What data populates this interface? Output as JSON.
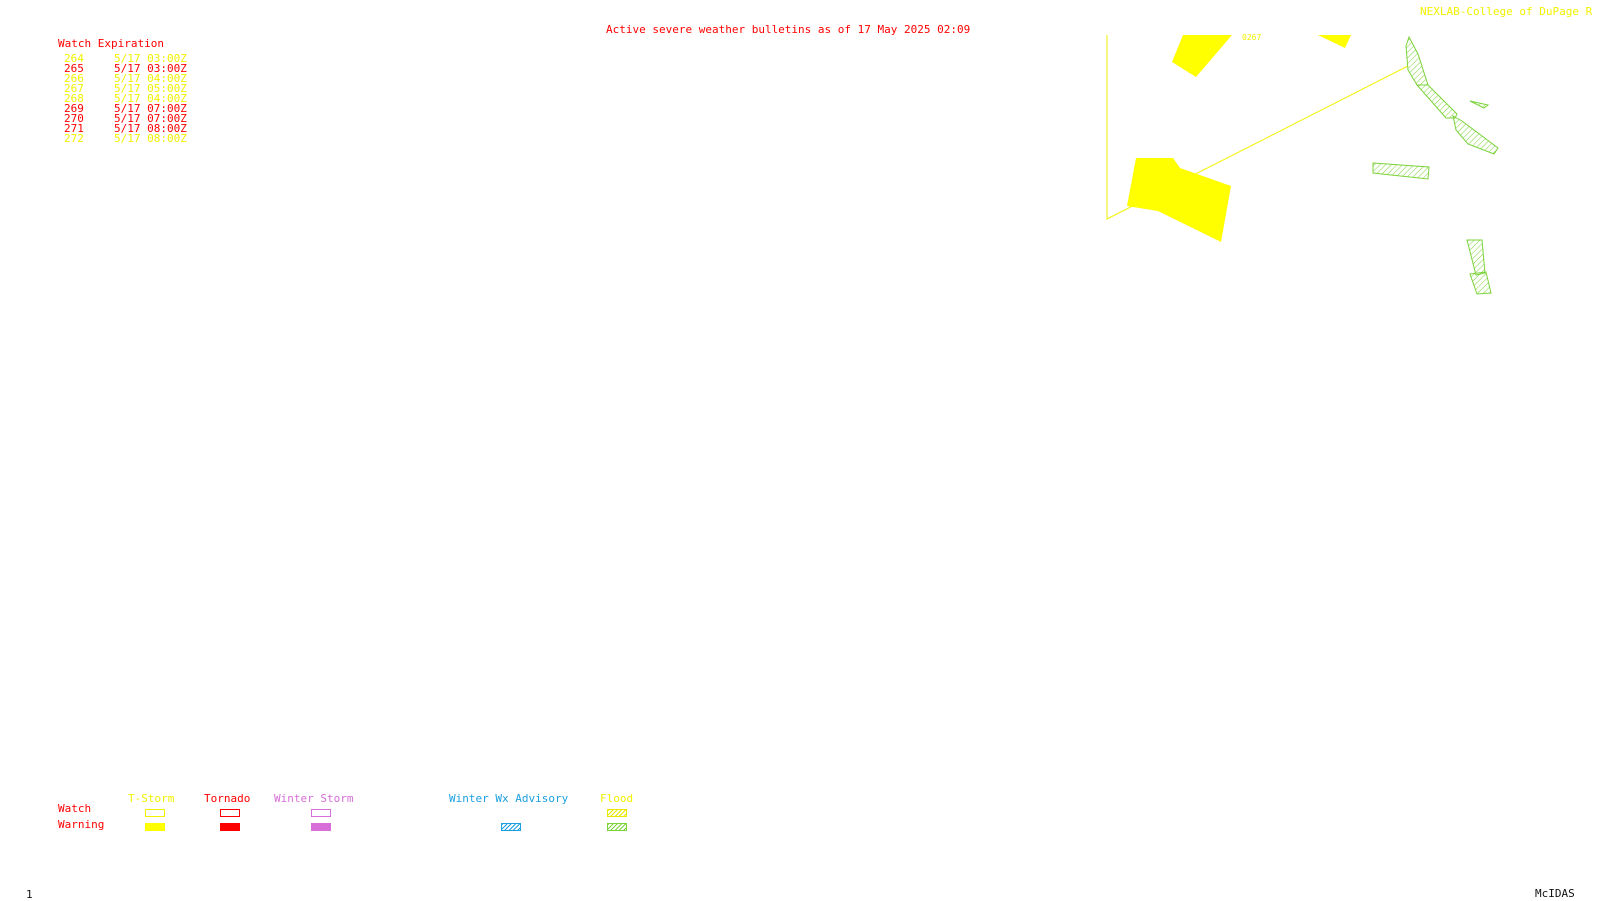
{
  "header": {
    "title": "Active severe weather bulletins as of 17 May 2025 02:09",
    "credit": "NEXLAB-College of DuPage R"
  },
  "watch_expiration": {
    "heading": "Watch Expiration",
    "rows": [
      {
        "number": "264",
        "expires": "5/17 03:00Z",
        "type": "tstorm",
        "color": "#f2f200"
      },
      {
        "number": "265",
        "expires": "5/17 03:00Z",
        "type": "tornado",
        "color": "#ff0000"
      },
      {
        "number": "266",
        "expires": "5/17 04:00Z",
        "type": "tstorm",
        "color": "#f2f200"
      },
      {
        "number": "267",
        "expires": "5/17 05:00Z",
        "type": "tstorm",
        "color": "#f2f200"
      },
      {
        "number": "268",
        "expires": "5/17 04:00Z",
        "type": "tstorm",
        "color": "#f2f200"
      },
      {
        "number": "269",
        "expires": "5/17 07:00Z",
        "type": "tornado",
        "color": "#ff0000"
      },
      {
        "number": "270",
        "expires": "5/17 07:00Z",
        "type": "tornado",
        "color": "#ff0000"
      },
      {
        "number": "271",
        "expires": "5/17 08:00Z",
        "type": "tornado",
        "color": "#ff0000"
      },
      {
        "number": "272",
        "expires": "5/17 08:00Z",
        "type": "tstorm",
        "color": "#f2f200"
      }
    ]
  },
  "map": {
    "watch_label": "0267",
    "colors": {
      "tstorm": "#ffff00",
      "tornado": "#ff0000",
      "winter_storm": "#d86ed8",
      "winter_advisory": "#1a9fe0",
      "flood": "#7cd33a"
    }
  },
  "legend": {
    "row_labels": {
      "watch": "Watch",
      "warning": "Warning"
    },
    "columns": [
      {
        "label": "T-Storm",
        "color": "#f2f200"
      },
      {
        "label": "Tornado",
        "color": "#ff0000"
      },
      {
        "label": "Winter Storm",
        "color": "#d86ed8"
      },
      {
        "label": "Winter Wx Advisory",
        "color": "#1a9fe0"
      },
      {
        "label": "Flood",
        "color": "#e8e800"
      }
    ]
  },
  "footer": {
    "frame_number": "1",
    "software": "McIDAS"
  }
}
